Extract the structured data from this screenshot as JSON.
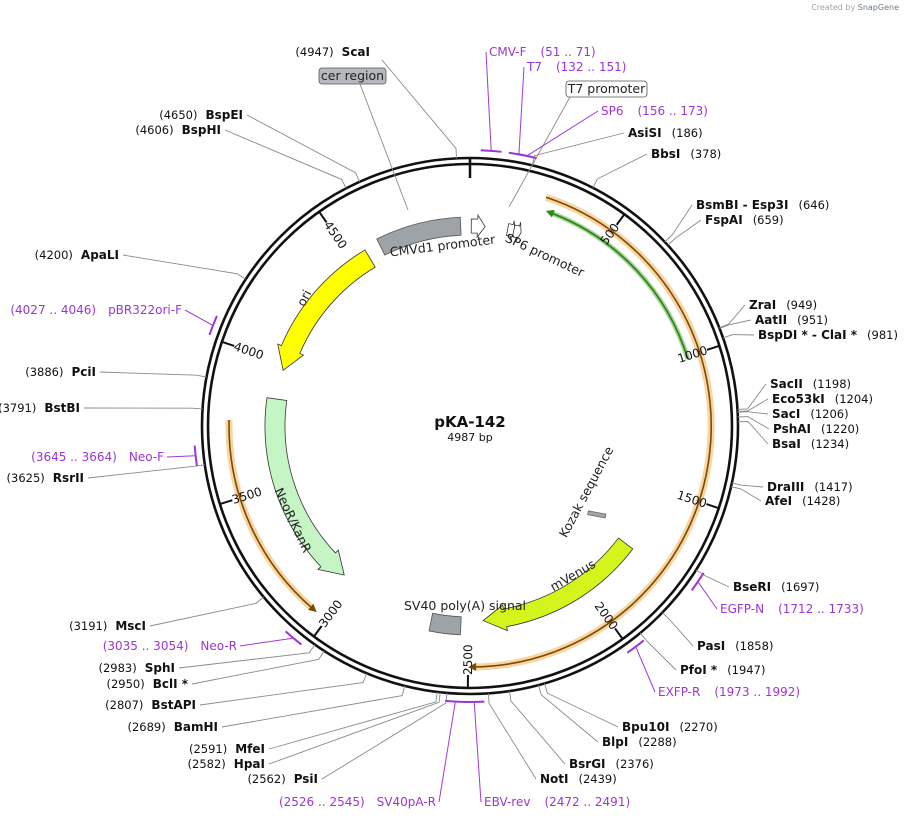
{
  "credit": {
    "prefix": "Created by",
    "brand": "SnapGene"
  },
  "plasmid": {
    "name": "pKA-142",
    "length_label": "4987 bp",
    "length": 4987
  },
  "ticks": [
    {
      "label": "500",
      "pos": 500
    },
    {
      "label": "1000",
      "pos": 1000
    },
    {
      "label": "1500",
      "pos": 1500
    },
    {
      "label": "2000",
      "pos": 2000
    },
    {
      "label": "2500",
      "pos": 2500
    },
    {
      "label": "3000",
      "pos": 3000
    },
    {
      "label": "3500",
      "pos": 3500
    },
    {
      "label": "4000",
      "pos": 4000
    },
    {
      "label": "4500",
      "pos": 4500
    }
  ],
  "enzymes": [
    {
      "name": "ScaI",
      "pos_label": "(4947)",
      "pos": 4947
    },
    {
      "name": "AsiSI",
      "pos_label": "(186)",
      "pos": 186
    },
    {
      "name": "BbsI",
      "pos_label": "(378)",
      "pos": 378
    },
    {
      "name": "BsmBI  - Esp3I",
      "pos_label": "(646)",
      "pos": 646
    },
    {
      "name": "FspAI",
      "pos_label": "(659)",
      "pos": 659
    },
    {
      "name": "ZraI",
      "pos_label": "(949)",
      "pos": 949
    },
    {
      "name": "AatII",
      "pos_label": "(951)",
      "pos": 951
    },
    {
      "name": "BspDI *  - ClaI *",
      "pos_label": "(981)",
      "pos": 981
    },
    {
      "name": "SacII",
      "pos_label": "(1198)",
      "pos": 1198
    },
    {
      "name": "Eco53kI",
      "pos_label": "(1204)",
      "pos": 1204
    },
    {
      "name": "SacI",
      "pos_label": "(1206)",
      "pos": 1206
    },
    {
      "name": "PshAI",
      "pos_label": "(1220)",
      "pos": 1220
    },
    {
      "name": "BsaI",
      "pos_label": "(1234)",
      "pos": 1234
    },
    {
      "name": "DraIII",
      "pos_label": "(1417)",
      "pos": 1417
    },
    {
      "name": "AfeI",
      "pos_label": "(1428)",
      "pos": 1428
    },
    {
      "name": "BseRI",
      "pos_label": "(1697)",
      "pos": 1697
    },
    {
      "name": "PasI",
      "pos_label": "(1858)",
      "pos": 1858
    },
    {
      "name": "PfoI *",
      "pos_label": "(1947)",
      "pos": 1947
    },
    {
      "name": "Bpu10I",
      "pos_label": "(2270)",
      "pos": 2270
    },
    {
      "name": "BlpI",
      "pos_label": "(2288)",
      "pos": 2288
    },
    {
      "name": "BsrGI",
      "pos_label": "(2376)",
      "pos": 2376
    },
    {
      "name": "NotI",
      "pos_label": "(2439)",
      "pos": 2439
    },
    {
      "name": "PsiI",
      "pos_label": "(2562)",
      "pos": 2562
    },
    {
      "name": "HpaI",
      "pos_label": "(2582)",
      "pos": 2582
    },
    {
      "name": "MfeI",
      "pos_label": "(2591)",
      "pos": 2591
    },
    {
      "name": "BamHI",
      "pos_label": "(2689)",
      "pos": 2689
    },
    {
      "name": "BstAPI",
      "pos_label": "(2807)",
      "pos": 2807
    },
    {
      "name": "BclI *",
      "pos_label": "(2950)",
      "pos": 2950
    },
    {
      "name": "SphI",
      "pos_label": "(2983)",
      "pos": 2983
    },
    {
      "name": "MscI",
      "pos_label": "(3191)",
      "pos": 3191
    },
    {
      "name": "RsrII",
      "pos_label": "(3625)",
      "pos": 3625
    },
    {
      "name": "BstBI",
      "pos_label": "(3791)",
      "pos": 3791
    },
    {
      "name": "PciI",
      "pos_label": "(3886)",
      "pos": 3886
    },
    {
      "name": "ApaLI",
      "pos_label": "(4200)",
      "pos": 4200
    },
    {
      "name": "BspHI",
      "pos_label": "(4606)",
      "pos": 4606
    },
    {
      "name": "BspEI",
      "pos_label": "(4650)",
      "pos": 4650
    }
  ],
  "primers": [
    {
      "name": "CMV-F",
      "range_label": "(51 .. 71)",
      "start": 51,
      "end": 71
    },
    {
      "name": "T7",
      "range_label": "(132 .. 151)",
      "start": 132,
      "end": 151
    },
    {
      "name": "SP6",
      "range_label": "(156 .. 173)",
      "start": 156,
      "end": 173
    },
    {
      "name": "EGFP-N",
      "range_label": "(1712 .. 1733)",
      "start": 1712,
      "end": 1733
    },
    {
      "name": "EXFP-R",
      "range_label": "(1973 .. 1992)",
      "start": 1973,
      "end": 1992
    },
    {
      "name": "EBV-rev",
      "range_label": "(2472 .. 2491)",
      "start": 2472,
      "end": 2491
    },
    {
      "name": "SV40pA-R",
      "range_label": "(2526 .. 2545)",
      "start": 2526,
      "end": 2545
    },
    {
      "name": "Neo-R",
      "range_label": "(3035 .. 3054)",
      "start": 3035,
      "end": 3054
    },
    {
      "name": "Neo-F",
      "range_label": "(3645 .. 3664)",
      "start": 3645,
      "end": 3664
    },
    {
      "name": "pBR322ori-F",
      "range_label": "(4027 .. 4046)",
      "start": 4027,
      "end": 4046
    }
  ],
  "features": [
    {
      "name": "CMVd1 promoter",
      "start": 4620,
      "end": 4950,
      "color": "#9ea3a8"
    },
    {
      "name": "SP6 promoter",
      "start": 150,
      "end": 180,
      "color": "#ffffff"
    },
    {
      "name": "ori",
      "start": 3970,
      "end": 4560,
      "color": "#ffff00"
    },
    {
      "name": "NeoR/KanR",
      "start": 3050,
      "end": 3850,
      "color": "#c5f5c5"
    },
    {
      "name": "mVenus",
      "start": 1760,
      "end": 2440,
      "color": "#d4f51c"
    },
    {
      "name": "SV40 poly(A) signal",
      "start": 2530,
      "end": 2650,
      "color": "#9ea3a8"
    },
    {
      "name": "Kozak sequence",
      "start": 1745,
      "end": 1755,
      "color": "#9ea3a8"
    }
  ],
  "boxed_labels": [
    {
      "name": "cer region"
    },
    {
      "name": "T7 promoter"
    }
  ],
  "colors": {
    "primer": "#9b35d6",
    "orf": "#f0a030",
    "green_arc": "#2e8b10"
  }
}
